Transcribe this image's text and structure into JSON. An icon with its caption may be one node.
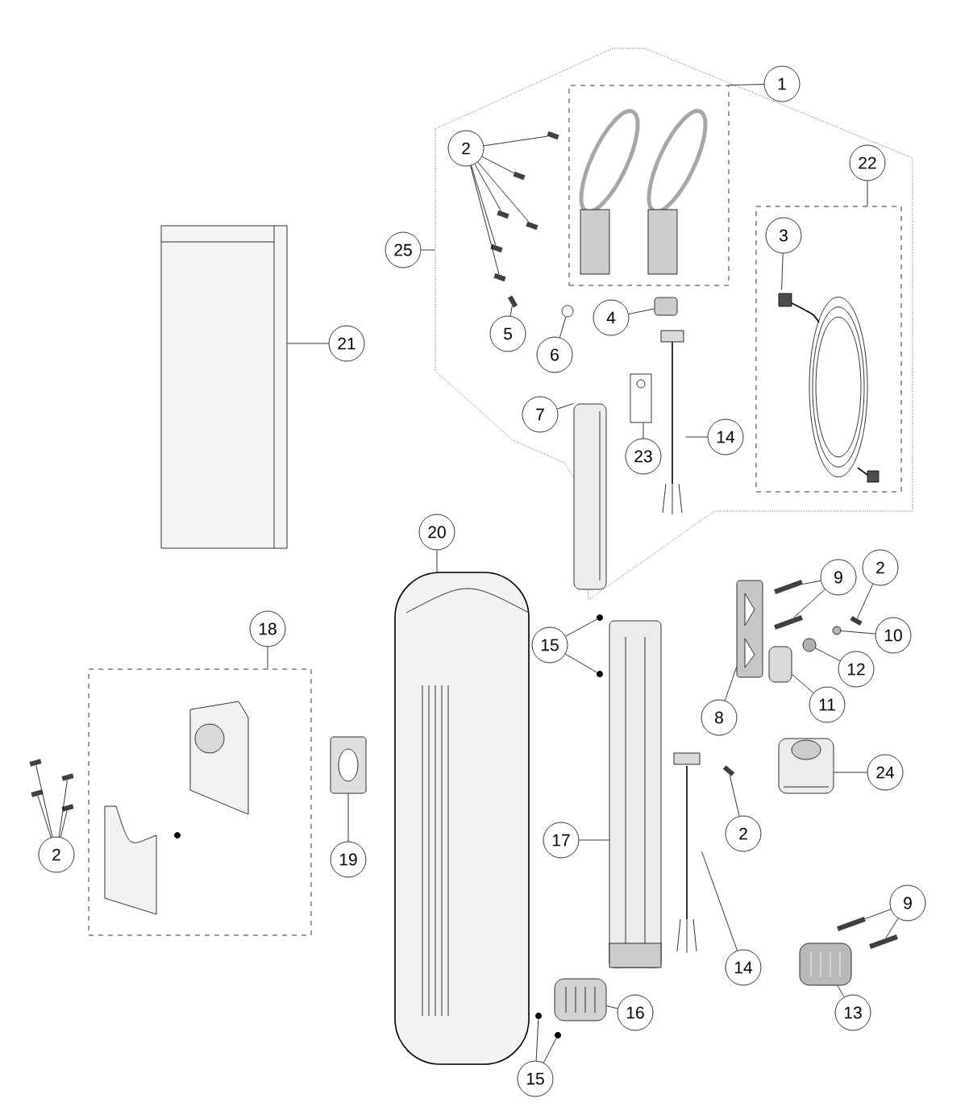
{
  "diagram": {
    "nodes": [
      {
        "text": [],
        "shape": "polygon"
      },
      {
        "text": [
          "1"
        ]
      },
      {
        "text": [],
        "shape": "box",
        "in": 0
      },
      {
        "text": [
          "2"
        ],
        "in": 0
      },
      {
        "text": [],
        "shape": "bar",
        "in": 0
      },
      {
        "text": [],
        "shape": "bar",
        "in": 0
      },
      {
        "text": [],
        "shape": "bar",
        "in": 0
      },
      {
        "text": [],
        "shape": "bar",
        "in": 0
      },
      {
        "text": [],
        "shape": "bar",
        "in": 0
      },
      {
        "text": [],
        "shape": "bar",
        "in": 0
      },
      {
        "text": [
          "25"
        ]
      },
      {
        "text": [
          "22"
        ],
        "in": 0
      },
      {
        "text": [],
        "shape": "box",
        "in": 0
      },
      {
        "text": [
          "3"
        ],
        "in": 12
      },
      {
        "text": [],
        "shape": "picture",
        "in": 12
      },
      {
        "text": [
          "21"
        ]
      },
      {
        "text": [],
        "shape": "picture"
      },
      {
        "text": [
          "5"
        ],
        "in": 0
      },
      {
        "text": [],
        "shape": "bar",
        "in": 0
      },
      {
        "text": [
          "6"
        ],
        "in": 0
      },
      {
        "text": [],
        "shape": "circle",
        "in": 0
      },
      {
        "text": [
          "4"
        ],
        "in": 0
      },
      {
        "text": [],
        "shape": "box",
        "in": 0
      },
      {
        "text": [
          "7"
        ],
        "in": 0
      },
      {
        "text": [],
        "shape": "picture",
        "in": 0
      },
      {
        "text": [
          "23"
        ],
        "in": 0
      },
      {
        "text": [],
        "shape": "picture",
        "in": 0
      },
      {
        "text": [
          "14"
        ],
        "in": 0
      },
      {
        "text": [],
        "shape": "picture",
        "in": 0
      },
      {
        "text": [
          "20"
        ]
      },
      {
        "text": [],
        "shape": "picture"
      },
      {
        "text": [
          "18"
        ]
      },
      {
        "text": [],
        "shape": "box"
      },
      {
        "text": [
          "2"
        ]
      },
      {
        "text": [],
        "shape": "bar"
      },
      {
        "text": [],
        "shape": "bar"
      },
      {
        "text": [],
        "shape": "bar"
      },
      {
        "text": [],
        "shape": "bar"
      },
      {
        "text": [
          "19"
        ]
      },
      {
        "text": [],
        "shape": "picture"
      },
      {
        "text": [
          "15"
        ]
      },
      {
        "text": [],
        "shape": "circle"
      },
      {
        "text": [],
        "shape": "circle"
      },
      {
        "text": [
          "17"
        ]
      },
      {
        "text": [],
        "shape": "picture"
      },
      {
        "text": [
          "8"
        ]
      },
      {
        "text": [],
        "shape": "picture"
      },
      {
        "text": [
          "9"
        ]
      },
      {
        "text": [],
        "shape": "bar"
      },
      {
        "text": [],
        "shape": "bar"
      },
      {
        "text": [
          "2"
        ]
      },
      {
        "text": [],
        "shape": "bar"
      },
      {
        "text": [
          "10"
        ]
      },
      {
        "text": [],
        "shape": "circle"
      },
      {
        "text": [
          "12"
        ]
      },
      {
        "text": [],
        "shape": "circle"
      },
      {
        "text": [
          "11"
        ]
      },
      {
        "text": [],
        "shape": "box"
      },
      {
        "text": [
          "24"
        ]
      },
      {
        "text": [],
        "shape": "picture"
      },
      {
        "text": [
          "2"
        ]
      },
      {
        "text": [],
        "shape": "bar"
      },
      {
        "text": [
          "14"
        ]
      },
      {
        "text": [],
        "shape": "picture"
      },
      {
        "text": [
          "9"
        ]
      },
      {
        "text": [],
        "shape": "bar"
      },
      {
        "text": [],
        "shape": "bar"
      },
      {
        "text": [
          "13"
        ]
      },
      {
        "text": [],
        "shape": "picture"
      },
      {
        "text": [
          "16"
        ]
      },
      {
        "text": [],
        "shape": "picture"
      },
      {
        "text": [
          "15"
        ]
      },
      {
        "text": [],
        "shape": "circle"
      },
      {
        "text": [],
        "shape": "circle"
      }
    ],
    "edges": [
      {
        "from": 1,
        "to": 2,
        "arrow": "none"
      },
      {
        "from": 3,
        "to": 4,
        "arrow": "none"
      },
      {
        "from": 3,
        "to": 5,
        "arrow": "none"
      },
      {
        "from": 3,
        "to": 6,
        "arrow": "none"
      },
      {
        "from": 3,
        "to": 7,
        "arrow": "none"
      },
      {
        "from": 3,
        "to": 8,
        "arrow": "none"
      },
      {
        "from": 3,
        "to": 9,
        "arrow": "none"
      },
      {
        "from": 10,
        "to": 0,
        "arrow": "none"
      },
      {
        "from": 11,
        "to": 12,
        "arrow": "none"
      },
      {
        "from": 13,
        "to": 14,
        "arrow": "none"
      },
      {
        "from": 15,
        "to": 16,
        "arrow": "none"
      },
      {
        "from": 17,
        "to": 18,
        "arrow": "none"
      },
      {
        "from": 19,
        "to": 20,
        "arrow": "none"
      },
      {
        "from": 21,
        "to": 22,
        "arrow": "none"
      },
      {
        "from": 23,
        "to": 24,
        "arrow": "none"
      },
      {
        "from": 25,
        "to": 26,
        "arrow": "none"
      },
      {
        "from": 27,
        "to": 28,
        "arrow": "none"
      },
      {
        "from": 29,
        "to": 30,
        "arrow": "none"
      },
      {
        "from": 31,
        "to": 32,
        "arrow": "none"
      },
      {
        "from": 33,
        "to": 34,
        "arrow": "none"
      },
      {
        "from": 33,
        "to": 35,
        "arrow": "none"
      },
      {
        "from": 33,
        "to": 36,
        "arrow": "none"
      },
      {
        "from": 33,
        "to": 37,
        "arrow": "none"
      },
      {
        "from": 38,
        "to": 39,
        "arrow": "none"
      },
      {
        "from": 40,
        "to": 41,
        "arrow": "none"
      },
      {
        "from": 40,
        "to": 42,
        "arrow": "none"
      },
      {
        "from": 43,
        "to": 44,
        "arrow": "none"
      },
      {
        "from": 45,
        "to": 46,
        "arrow": "none"
      },
      {
        "from": 47,
        "to": 48,
        "arrow": "none"
      },
      {
        "from": 47,
        "to": 49,
        "arrow": "none"
      },
      {
        "from": 50,
        "to": 51,
        "arrow": "none"
      },
      {
        "from": 52,
        "to": 53,
        "arrow": "none"
      },
      {
        "from": 54,
        "to": 55,
        "arrow": "none"
      },
      {
        "from": 56,
        "to": 57,
        "arrow": "none"
      },
      {
        "from": 58,
        "to": 59,
        "arrow": "none"
      },
      {
        "from": 60,
        "to": 61,
        "arrow": "none"
      },
      {
        "from": 62,
        "to": 63,
        "arrow": "none"
      },
      {
        "from": 64,
        "to": 65,
        "arrow": "none"
      },
      {
        "from": 64,
        "to": 66,
        "arrow": "none"
      },
      {
        "from": 67,
        "to": 68,
        "arrow": "none"
      },
      {
        "from": 69,
        "to": 70,
        "arrow": "none"
      },
      {
        "from": 71,
        "to": 72,
        "arrow": "none"
      },
      {
        "from": 71,
        "to": 73,
        "arrow": "none"
      }
    ]
  }
}
